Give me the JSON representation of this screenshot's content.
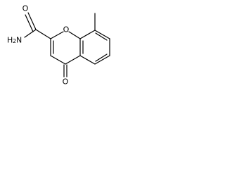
{
  "molecule": {
    "atoms": {
      "ring_oxygen": "O",
      "carbonyl_oxygen": "O",
      "amide_oxygen": "O",
      "amide_nitrogen": "H",
      "amide_nitrogen_subscript": "2",
      "amide_nitrogen_n": "N"
    }
  },
  "colors": {
    "bond": "#000000",
    "background": "#ffffff"
  }
}
